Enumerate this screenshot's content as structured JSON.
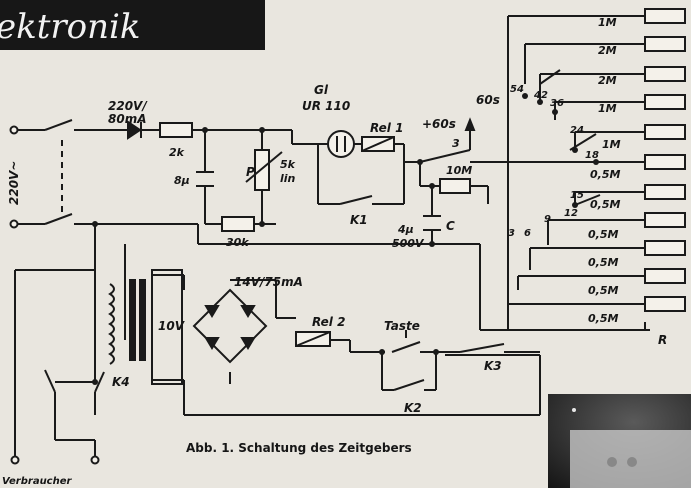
{
  "header": {
    "title": "ektronik"
  },
  "caption": "Abb. 1.  Schaltung des Zeitgebers",
  "labels": {
    "mains": "220V~",
    "supply_top": "220V/",
    "supply_bottom": "80mA",
    "r_2k": "2k",
    "c_8u": "8µ",
    "pot_p": "P",
    "pot_5k": "5k",
    "pot_lin": "lin",
    "r_30k": "30k",
    "gl": "Gl",
    "ur110": "UR 110",
    "rel1": "Rel 1",
    "k1": "K1",
    "plus60s": "+60s",
    "node3": "3",
    "r_10m": "10M",
    "c_4u": "4µ",
    "c_500v": "500V",
    "c_c": "C",
    "t_60s": "60s",
    "n54": "54",
    "n42": "42",
    "n36": "36",
    "n24": "24",
    "n18": "18",
    "n15": "15",
    "n12": "12",
    "n9": "9",
    "n6": "6",
    "n3": "3",
    "r_label": "R",
    "ladder": [
      "1M",
      "2M",
      "2M",
      "1M",
      "1M",
      "0,5M",
      "0,5M",
      "0,5M",
      "0,5M",
      "0,5M",
      "0,5M"
    ],
    "bridge_rating": "14V/75mA",
    "v10": "10V",
    "rel2": "Rel 2",
    "taste": "Taste",
    "k2": "K2",
    "k3": "K3",
    "k4": "K4",
    "verbraucher": "Verbraucher"
  }
}
